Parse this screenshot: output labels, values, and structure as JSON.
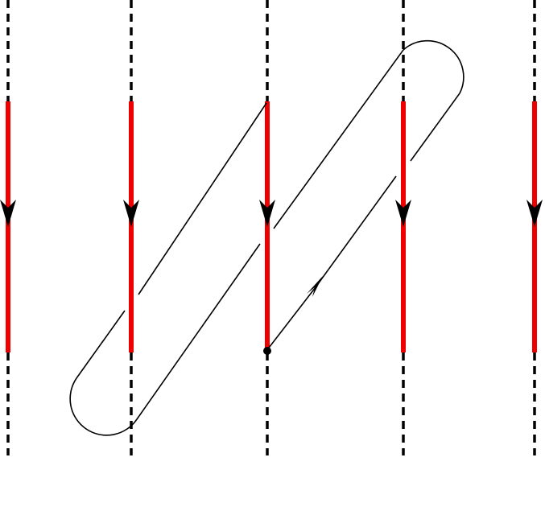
{
  "diagram": {
    "colors": {
      "background": "#ffffff",
      "cut": "#ee0000",
      "line": "#000000"
    },
    "line_count": 5,
    "red_segment_count": 5,
    "red_segment_direction": "down",
    "loop_arrow_direction": "up-right",
    "start_point": "black-dot-on-center-line"
  }
}
